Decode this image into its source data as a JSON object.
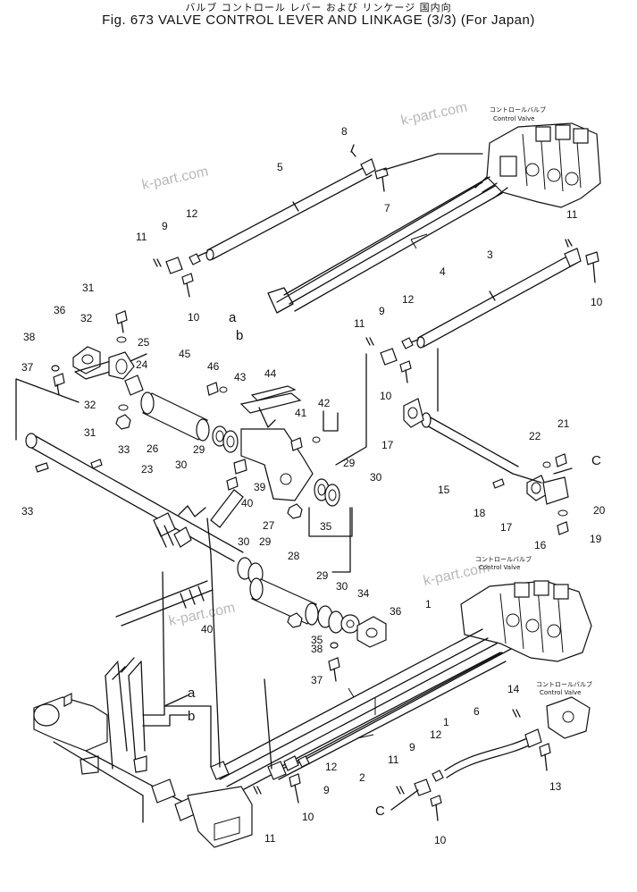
{
  "header": {
    "title_jp": "バルブ コントロール レバー および リンケージ 国内向",
    "title_en": "Fig. 673  VALVE CONTROL LEVER AND LINKAGE (3/3)  (For Japan)"
  },
  "watermark": "k-part.com",
  "control_valve": {
    "jp": "コントロールバルブ",
    "en": "Control Valve"
  },
  "part_numbers": [
    "1",
    "2",
    "3",
    "4",
    "5",
    "6",
    "7",
    "8",
    "9",
    "10",
    "11",
    "12",
    "13",
    "14",
    "15",
    "16",
    "17",
    "18",
    "19",
    "20",
    "21",
    "22",
    "23",
    "24",
    "25",
    "26",
    "27",
    "28",
    "29",
    "30",
    "31",
    "32",
    "33",
    "34",
    "35",
    "36",
    "37",
    "38",
    "39",
    "40",
    "41",
    "42",
    "43",
    "44",
    "45",
    "46"
  ],
  "letter_labels": [
    "a",
    "b",
    "C"
  ]
}
